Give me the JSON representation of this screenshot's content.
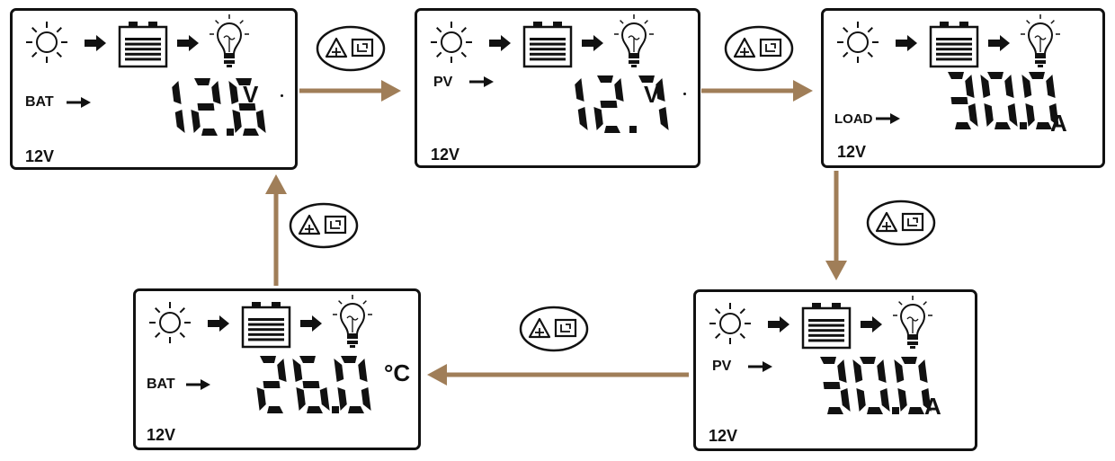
{
  "colors": {
    "flow_arrow": "#a07e58",
    "lcd_ink": "#111111",
    "panel_border": "#111111"
  },
  "icons": [
    "sun-icon",
    "arrow-right-icon",
    "battery-icon",
    "light-bulb-icon",
    "warning-triangle-icon",
    "cycle-icon"
  ],
  "screens": [
    {
      "id": "bat-voltage",
      "indicator": "BAT",
      "reading": "12.6",
      "unit": "V",
      "system_voltage": "12V"
    },
    {
      "id": "pv-voltage",
      "indicator": "PV",
      "reading": "12.7",
      "unit": "V",
      "system_voltage": "12V"
    },
    {
      "id": "load-current",
      "indicator": "LOAD",
      "reading": "30.0",
      "unit": "A",
      "system_voltage": "12V"
    },
    {
      "id": "pv-current",
      "indicator": "PV",
      "reading": "30.0",
      "unit": "A",
      "system_voltage": "12V"
    },
    {
      "id": "bat-temperature",
      "indicator": "BAT",
      "reading": "26.0",
      "unit": "°C",
      "system_voltage": "12V"
    }
  ],
  "flow": [
    {
      "from": "bat-voltage",
      "to": "pv-voltage"
    },
    {
      "from": "pv-voltage",
      "to": "load-current"
    },
    {
      "from": "load-current",
      "to": "pv-current"
    },
    {
      "from": "pv-current",
      "to": "bat-temperature"
    },
    {
      "from": "bat-temperature",
      "to": "bat-voltage"
    }
  ]
}
